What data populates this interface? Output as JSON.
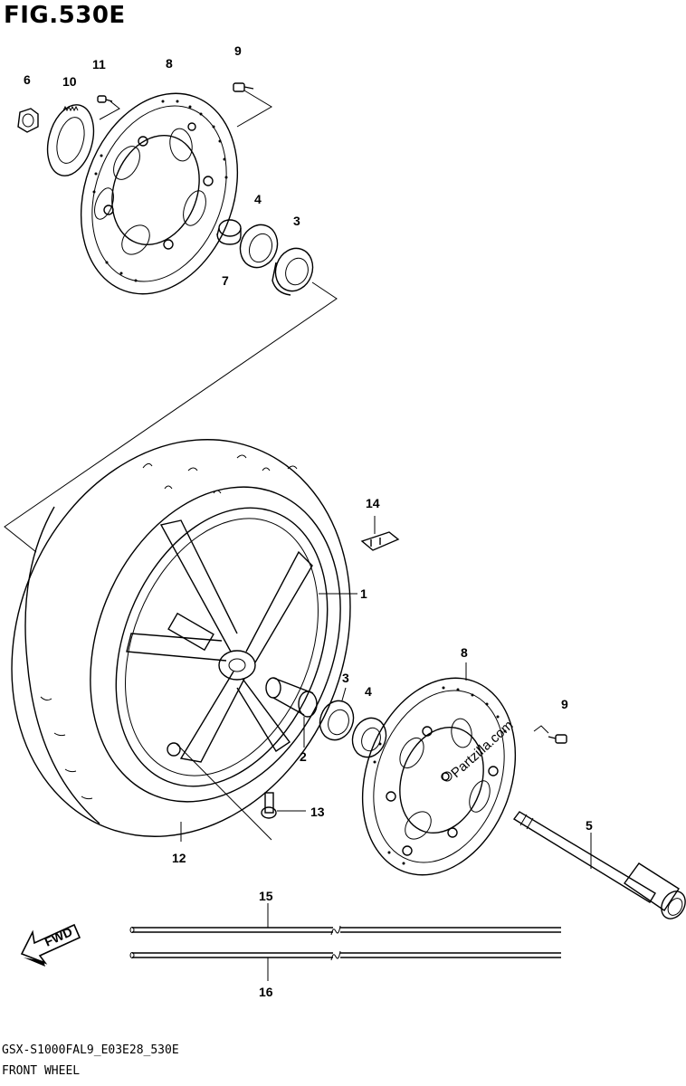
{
  "figure": {
    "title": "FIG.530E",
    "model_code": "GSX-S1000FAL9_E03E28_530E",
    "section_name": "FRONT WHEEL"
  },
  "direction_arrow": {
    "label": "FWD"
  },
  "watermark": "Partzilla.com",
  "callouts": {
    "c1": "1",
    "c2": "2",
    "c3a": "3",
    "c3b": "3",
    "c4a": "4",
    "c4b": "4",
    "c5": "5",
    "c6": "6",
    "c7": "7",
    "c8a": "8",
    "c8b": "8",
    "c9a": "9",
    "c9b": "9",
    "c10": "10",
    "c11": "11",
    "c12": "12",
    "c13": "13",
    "c14": "14",
    "c15": "15",
    "c16": "16"
  }
}
